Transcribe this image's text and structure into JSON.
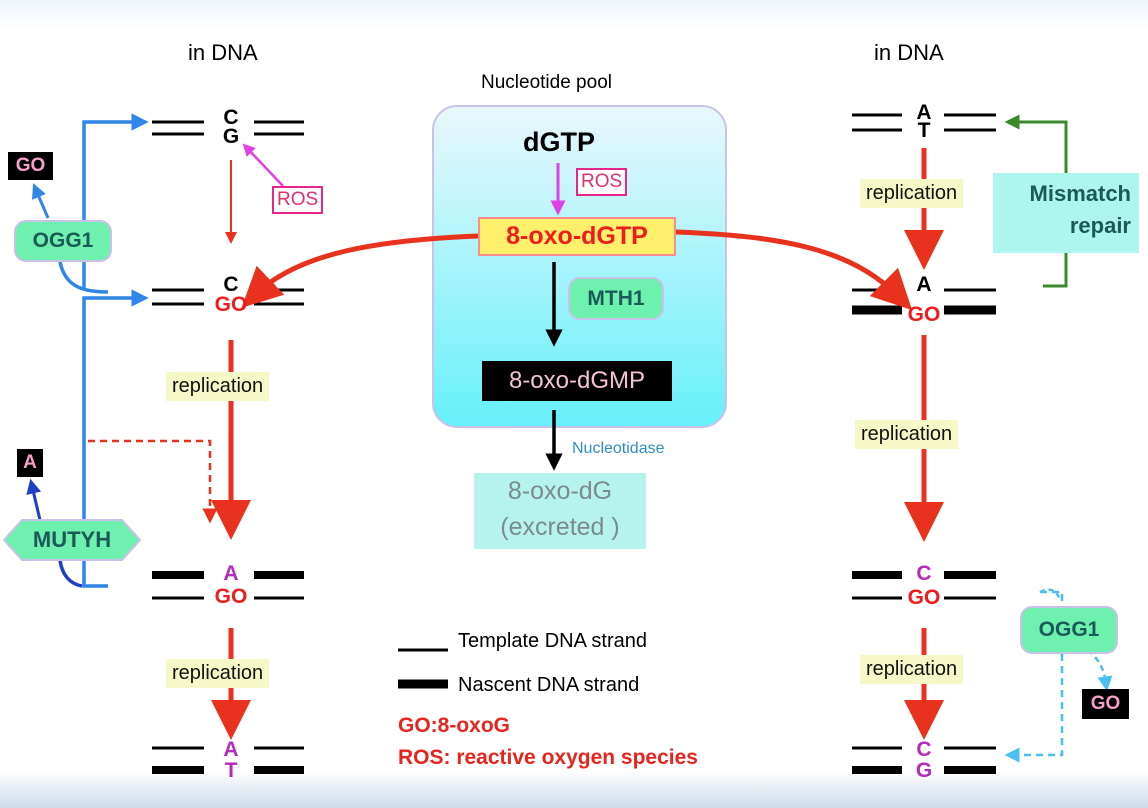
{
  "left_header": "in DNA",
  "right_header": "in DNA",
  "pool": {
    "title": "Nucleotide pool",
    "dgtp": "dGTP",
    "ros": "ROS",
    "oxo_dgtp": "8-oxo-dGTP",
    "mth1": "MTH1",
    "oxo_dgmp": "8-oxo-dGMP",
    "nucleotidase": "Nucleotidase",
    "excreted_line1": "8-oxo-dG",
    "excreted_line2": "(excreted )"
  },
  "left": {
    "pair1_top": "C",
    "pair1_bottom": "G",
    "ros": "ROS",
    "go_released": "GO",
    "ogg1": "OGG1",
    "pair2_top": "C",
    "pair2_bottom": "GO",
    "replication1": "replication",
    "a_released": "A",
    "mutyh": "MUTYH",
    "pair3_top": "A",
    "pair3_bottom": "GO",
    "replication2": "replication",
    "pair4_top": "A",
    "pair4_bottom": "T"
  },
  "right": {
    "pair1_top": "A",
    "pair1_bottom": "T",
    "replication1": "replication",
    "mismatch_line1": "Mismatch",
    "mismatch_line2": "repair",
    "pair2_top": "A",
    "pair2_bottom": "GO",
    "replication2": "replication",
    "pair3_top": "C",
    "pair3_bottom": "GO",
    "ogg1": "OGG1",
    "go_released": "GO",
    "replication3": "replication",
    "pair4_top": "C",
    "pair4_bottom": "G"
  },
  "legend": {
    "template": "Template DNA strand",
    "nascent": "Nascent DNA strand",
    "go_def": "GO:8-oxoG",
    "ros_def": "ROS: reactive oxygen species"
  },
  "colors": {
    "red_arrow": "#e8321e",
    "blue_arrow": "#2f86e6",
    "dark_blue_arrow": "#1f3fc4",
    "green_arrow": "#3a8a2a",
    "magenta_arrow": "#e040e8",
    "light_blue_dashed": "#49c0f0",
    "enzyme_fill": "#6ef0ae",
    "label_fill": "#f7f8c8",
    "pool_gradient_top": "#e9f8fc",
    "pool_gradient_bottom": "#66f0fa"
  }
}
